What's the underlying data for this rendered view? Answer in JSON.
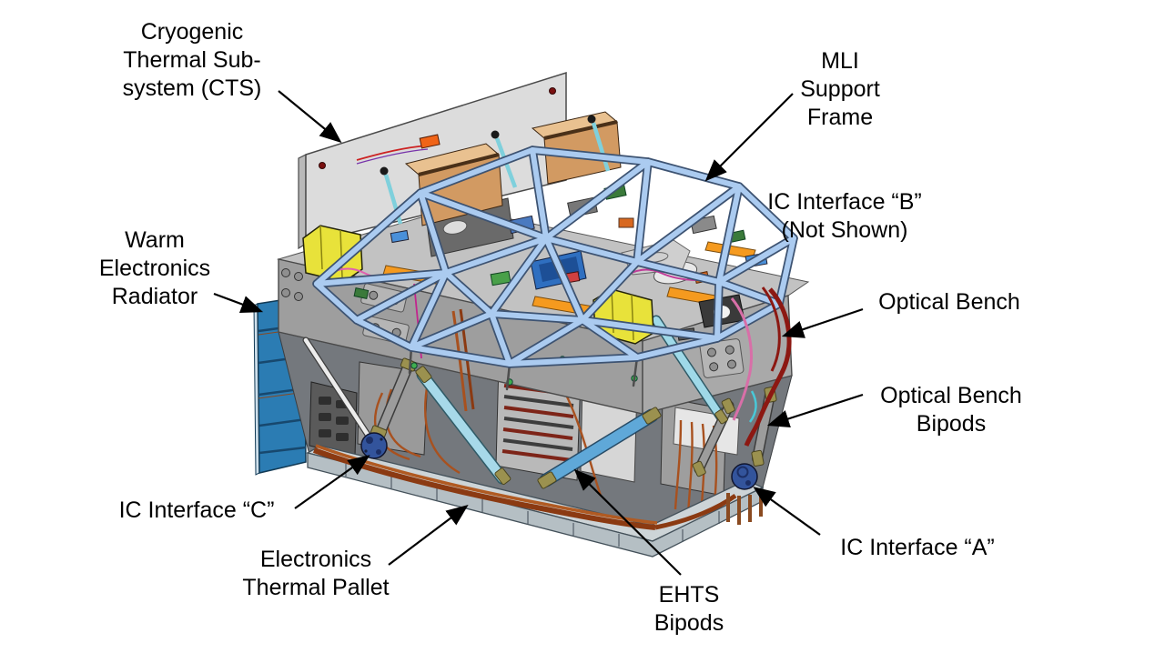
{
  "labels": {
    "cts": {
      "lines": [
        "Cryogenic",
        "Thermal Sub-",
        "system (CTS)"
      ]
    },
    "mli": {
      "lines": [
        "MLI",
        "Support",
        "Frame"
      ]
    },
    "ic_b": {
      "lines": [
        "IC Interface “B”",
        "(Not Shown)"
      ]
    },
    "wer": {
      "lines": [
        "Warm",
        "Electronics",
        "Radiator"
      ]
    },
    "optical_bench": {
      "lines": [
        "Optical Bench"
      ]
    },
    "optical_bench_bipods": {
      "lines": [
        "Optical Bench",
        "Bipods"
      ]
    },
    "ic_c": {
      "lines": [
        "IC Interface “C”"
      ]
    },
    "etp": {
      "lines": [
        "Electronics",
        "Thermal Pallet"
      ]
    },
    "ehts": {
      "lines": [
        "EHTS",
        "Bipods"
      ]
    },
    "ic_a": {
      "lines": [
        "IC Interface “A”"
      ]
    }
  },
  "colors": {
    "background": "#ffffff",
    "panel_gray": "#dcdcdc",
    "bench_front_gray": "#9e9e9e",
    "bench_top_gray": "#c2c2c2",
    "truss_blue": "#abcbf0",
    "radiator_blue": "#2b7cb3",
    "pallet_gray": "#bcc6cb",
    "copper_pipe": "#a8511f",
    "dark_red_pipe": "#8c1812",
    "yellow_box": "#e8e23a",
    "tan_box": "#d29a62",
    "orange_strip": "#f59a1f",
    "cyan_strut": "#a7d9e9",
    "blue_strut": "#5fa8d8",
    "ic_disc_blue": "#33549c",
    "arrow_black": "#000000"
  }
}
